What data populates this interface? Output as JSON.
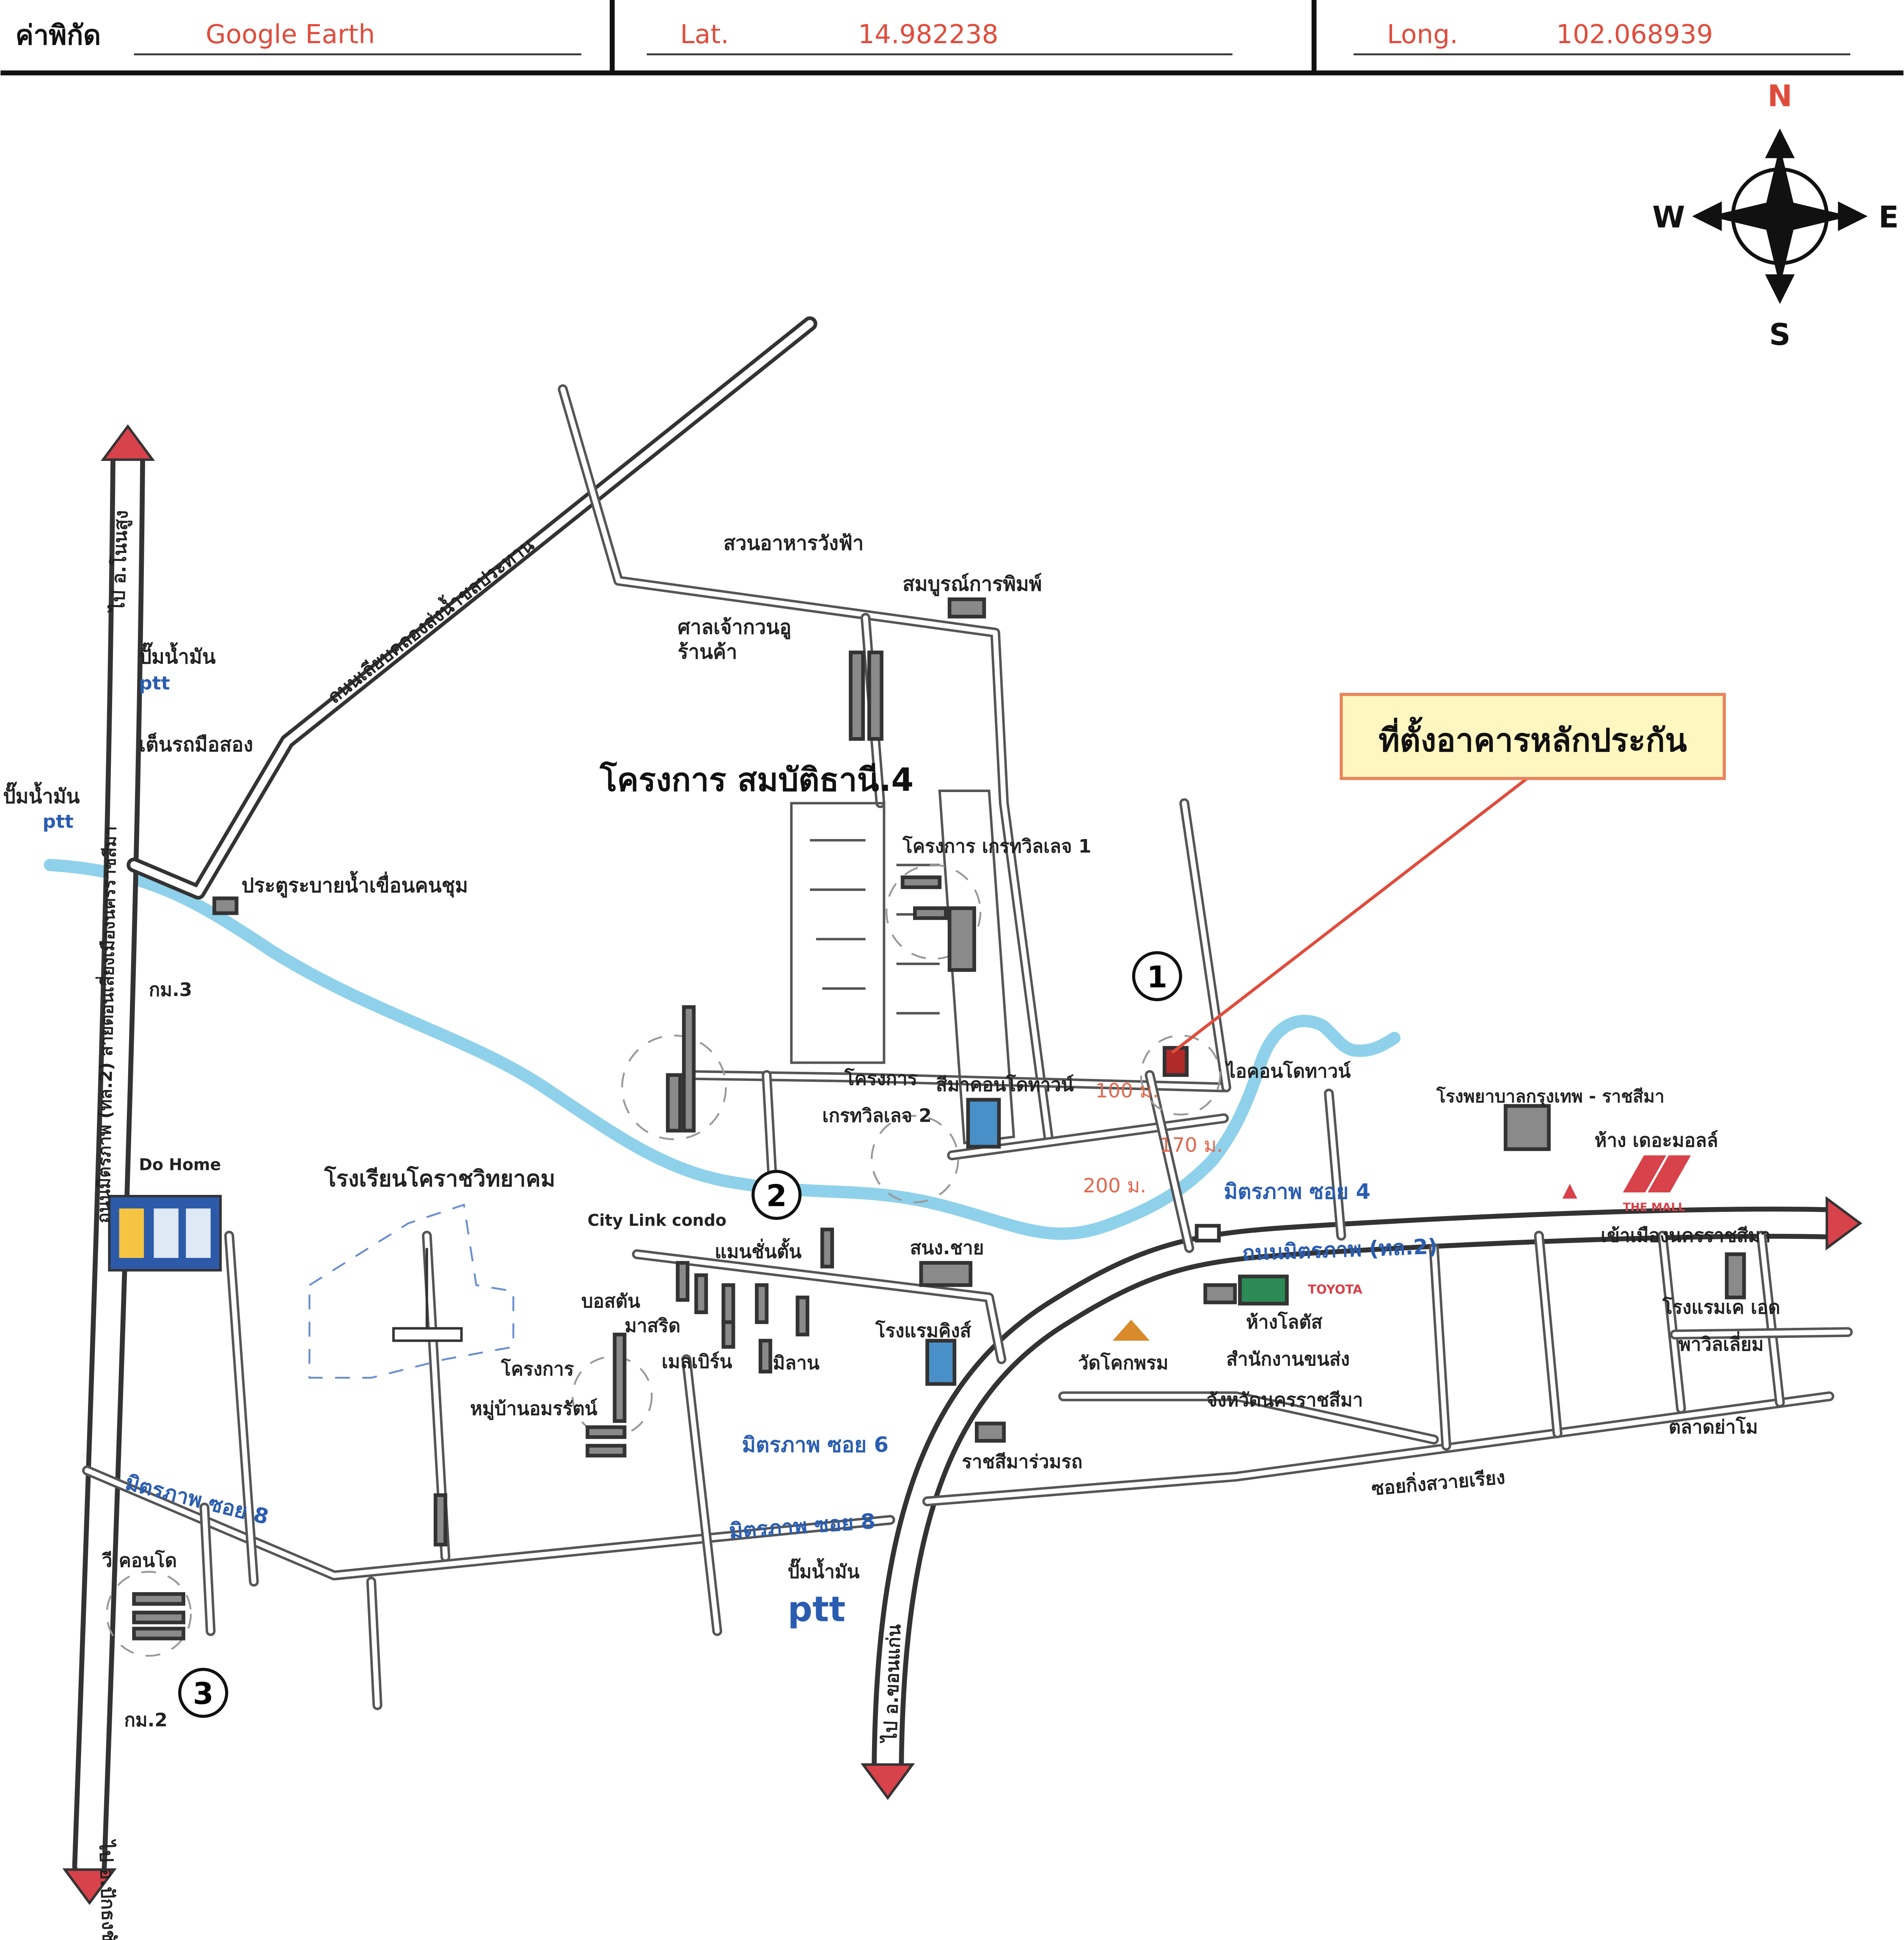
{
  "header": {
    "coord_label": "ค่าพิกัด",
    "coord_source": "Google Earth",
    "lat_label": "Lat.",
    "lat_value": "14.982238",
    "long_label": "Long.",
    "long_value": "102.068939"
  },
  "compass": {
    "n": "N",
    "s": "S",
    "e": "E",
    "w": "W"
  },
  "callout": {
    "text": "ที่ตั้งอาคารหลักประกัน"
  },
  "project_title": "โครงการ สมบัติธานี.4",
  "markers": [
    "1",
    "2",
    "3"
  ],
  "distances": [
    "100 ม.",
    "170 ม.",
    "200 ม."
  ],
  "roads": {
    "mittraphap_main": "ถนนมิตรภาพ (ทล.2)",
    "west_highway": "ถนนมิตรภาพ (ทล.2) สายตอนเลี่ยงเมืองนครราชสีมา",
    "bypass_canal": "ถนนเลียบคลองส่งน้ำชลประทาน",
    "soi4": "มิตรภาพ ซอย 4",
    "soi6": "มิตรภาพ ซอย 6",
    "soi8": "มิตรภาพ ซอย 8",
    "soi8b": "มิตรภาพ ซอย 8",
    "kongsawang": "ซอยกิ่งสวายเรียง",
    "to_nonsung": "ไป อ.โนนสูง",
    "to_pakthongchai": "ไป อ.ปักธงชัย",
    "to_khonkaen": "ไป อ.ขอนแก่น",
    "to_city": "เข้าเมืองนครราชสีมา"
  },
  "places": {
    "garden_restaurant": "สวนอาหารวังฟ้า",
    "somboon_print": "สมบูรณ์การพิมพ์",
    "shrine": "ศาลเจ้ากวนอู",
    "shop": "ร้านค้า",
    "petrol_a": "ปั๊มน้ำมัน",
    "petrol_b": "ปั๊มน้ำมัน",
    "petrol_c": "ปั๊มน้ำมัน",
    "ptt": "ptt",
    "used_car": "เต็นรถมือสอง",
    "dam_gate": "ประตูระบายน้ำเขื่อนคนชุม",
    "km3": "กม.3",
    "km2": "กม.2",
    "project_1": "โครงการ เกรทวิลเลจ 1",
    "project_2a": "โครงการ",
    "project_2b": "เกรทวิลเลจ 2",
    "sima_condotown": "สีมาคอนโดทาวน์",
    "icon_condotown": "ไอคอนโดทาวน์",
    "bangkok_hospital": "โรงพยาบาลกรุงเทพ - ราชสีมา",
    "the_mall_store": "ห้าง เดอะมอลล์",
    "the_mall_logo": "THE MALL",
    "do_home": "Do Home",
    "korat_school": "โรงเรียนโคราชวิทยาคม",
    "city_link": "City Link condo",
    "mansion": "แมนชั่นตั้น",
    "boston": "บอสตัน",
    "mastrid": "มาสริด",
    "melbourne": "เมลเบิร์น",
    "milan": "มิลาน",
    "kaset": "สนง.ชาย",
    "hotel_kings": "โรงแรมคิงส์",
    "amarin_1": "โครงการ",
    "amarin_2": "หมู่บ้านอมรรัตน์",
    "wat": "วัดโคกพรม",
    "lotus": "ห้างโลตัส",
    "toyota": "TOYOTA",
    "transport_1": "สำนักงานขนส่ง",
    "transport_2": "จังหวัดนครราชสีมา",
    "raja_market": "ราชสีมาร่วมรถ",
    "hotel_kd": "โรงแรมเค เอด",
    "pavilion": "พาวิลเลี่ยม",
    "yamo_market": "ตลาดย่าโม",
    "v_condo": "วี คอนโด"
  },
  "colors": {
    "river": "#8fd1ea",
    "arrow": "#d8424a",
    "callout_bg": "#fff6c0",
    "callout_border": "#e9845c",
    "label_blue": "#2a5db0",
    "header_red": "#e04c3c"
  }
}
